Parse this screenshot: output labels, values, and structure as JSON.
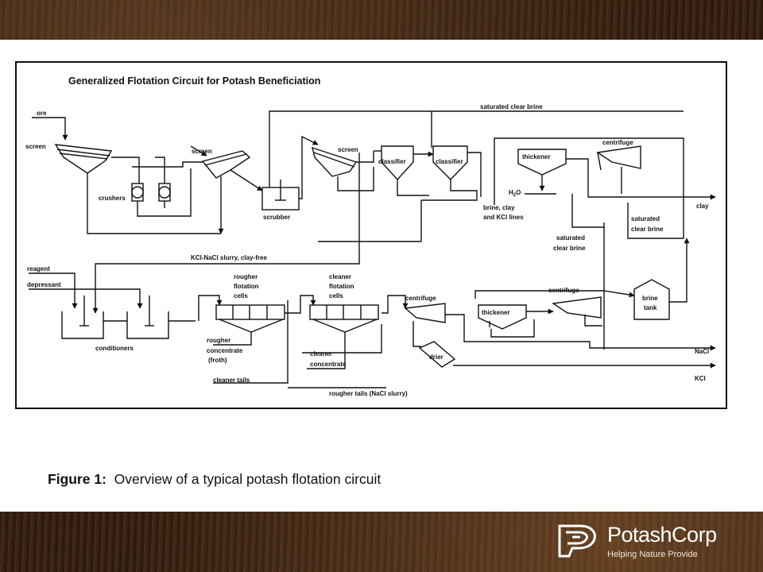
{
  "diagram": {
    "title": "Generalized Flotation Circuit for Potash Beneficiation",
    "labels": {
      "ore": "ore",
      "screen1": "screen",
      "screen2": "screen",
      "screen3": "screen",
      "crushers": "crushers",
      "scrubber": "scrubber",
      "classifier1": "classifier",
      "classifier2": "classifier",
      "thickener_top": "thickener",
      "centrifuge_top": "centrifuge",
      "saturated_clear_brine_top": "saturated clear brine",
      "h2o": "H",
      "h2o_sub": "2",
      "h2o_o": "O",
      "clay": "clay",
      "brine_clay_1": "brine, clay",
      "brine_clay_2": "and KCl lines",
      "sat_brine_right_1": "saturated",
      "sat_brine_right_2": "clear brine",
      "sat_brine_mid_1": "saturated",
      "sat_brine_mid_2": "clear brine",
      "kcl_nacl_slurry": "KCl-NaCl slurry, clay-free",
      "reagent": "reagent",
      "depressant": "depressant",
      "conditioners": "conditioners",
      "rougher_1": "rougher",
      "rougher_2": "flotation",
      "rougher_3": "cells",
      "cleaner_1": "cleaner",
      "cleaner_2": "flotation",
      "cleaner_3": "cells",
      "centrifuge_mid": "centrifuge",
      "centrifuge_right": "centrifuge",
      "thickener_mid": "thickener",
      "brine_tank_1": "brine",
      "brine_tank_2": "tank",
      "rougher_conc_1": "rougher",
      "rougher_conc_2": "concentrate",
      "rougher_conc_3": "(froth)",
      "cleaner_conc_1": "cleaner",
      "cleaner_conc_2": "concentrate",
      "dryer": "drier",
      "nacl": "NaCl",
      "kcl": "KCl",
      "cleaner_tails": "cleaner tails",
      "rougher_tails": "rougher tails (NaCl slurry)"
    }
  },
  "caption": {
    "figure": "Figure 1:",
    "text": "Overview of a typical potash flotation circuit"
  },
  "logo": {
    "name": "PotashCorp",
    "tagline": "Helping Nature Provide"
  },
  "colors": {
    "background": "#2c1a0e",
    "slide": "#ffffff",
    "ink": "#111111"
  }
}
